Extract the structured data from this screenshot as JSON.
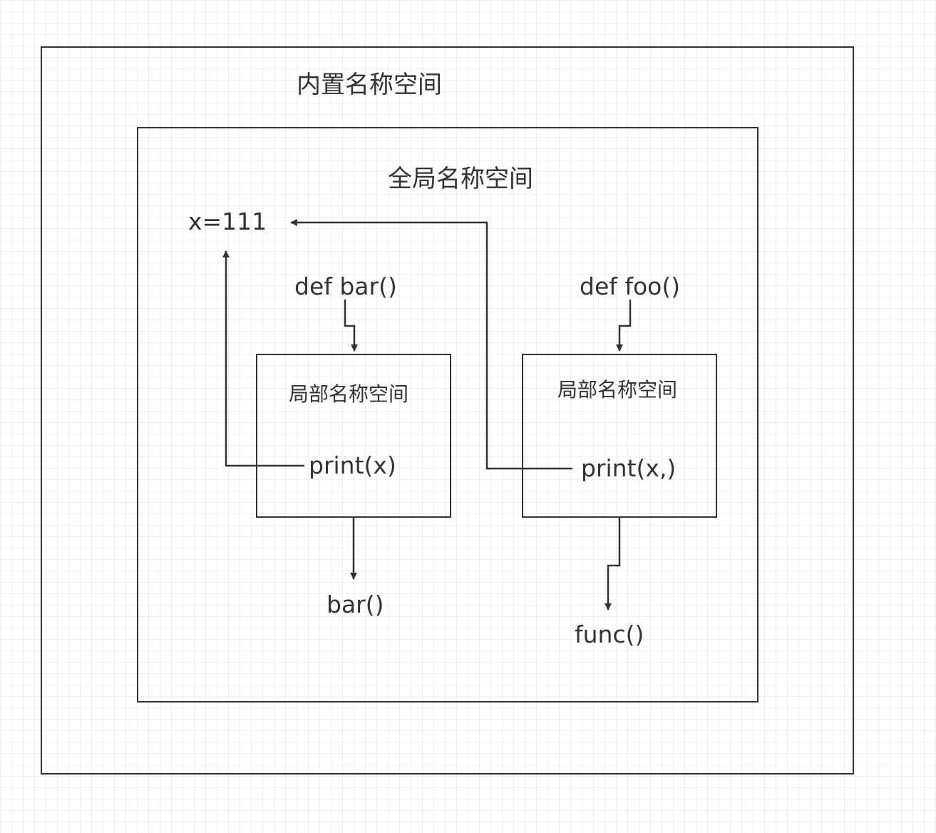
{
  "builtin_namespace": {
    "title": "内置名称空间"
  },
  "global_namespace": {
    "title": "全局名称空间",
    "variable": "x=111",
    "bar_def": "def bar()",
    "foo_def": "def foo()",
    "bar_call": "bar()",
    "func_call": "func()"
  },
  "local_bar": {
    "title": "局部名称空间",
    "statement": "print(x)"
  },
  "local_foo": {
    "title": "局部名称空间",
    "statement": "print(x,)"
  },
  "colors": {
    "stroke": "#333333",
    "background": "#ffffff",
    "grid": "#f0f0f0"
  }
}
